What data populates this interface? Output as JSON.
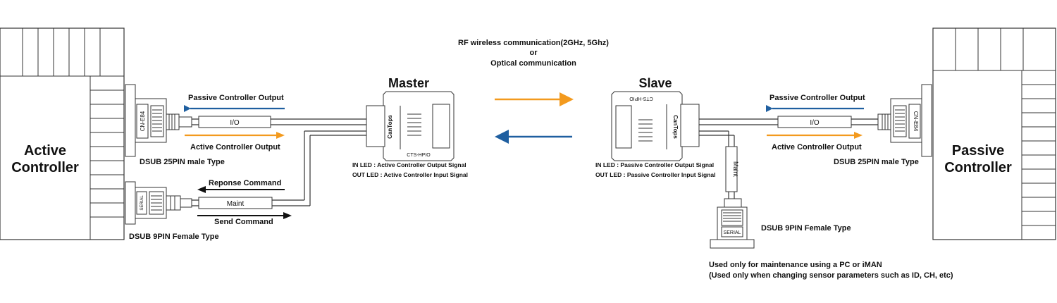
{
  "rf": {
    "line1": "RF wireless communication(2GHz, 5Ghz)",
    "line2": "or",
    "line3": "Optical communication"
  },
  "active_controller": {
    "line1": "Active",
    "line2": "Controller"
  },
  "passive_controller": {
    "line1": "Passive",
    "line2": "Controller"
  },
  "master": {
    "title": "Master",
    "model": "CTS-HPIO",
    "brand": "CanTops",
    "led_in": "IN LED : Active Controller Output Signal",
    "led_out": "OUT LED : Active Controller Input Signal"
  },
  "slave": {
    "title": "Slave",
    "model": "CTS-HPIO",
    "brand": "CanTops",
    "led_in": "IN LED : Passive Controller Output Signal",
    "led_out": "OUT LED : Passive Controller Input Signal"
  },
  "left": {
    "passive_output": "Passive Controller Output",
    "active_output": "Active Controller Output",
    "io": "I/O",
    "connector_label": "CN-E84",
    "dsub25": "DSUB 25PIN male Type",
    "response_command": "Reponse Command",
    "maint": "Maint",
    "send_command": "Send Command",
    "serial": "SERIAL",
    "dsub9": "DSUB 9PIN Female Type"
  },
  "right": {
    "passive_output": "Passive Controller Output",
    "active_output": "Active Controller Output",
    "io": "I/O",
    "connector_label": "CN-E84",
    "dsub25": "DSUB 25PIN male Type"
  },
  "maint_port": {
    "maint": "Maint",
    "serial": "SERIAL",
    "dsub9": "DSUB 9PIN Female Type",
    "note1": "Used only for maintenance using a PC or iMAN",
    "note2": "(Used only when changing sensor parameters such as ID, CH, etc)"
  },
  "colors": {
    "orange": "#f39a1e",
    "blue": "#1f5fa0",
    "black": "#111111",
    "line": "#333333"
  }
}
